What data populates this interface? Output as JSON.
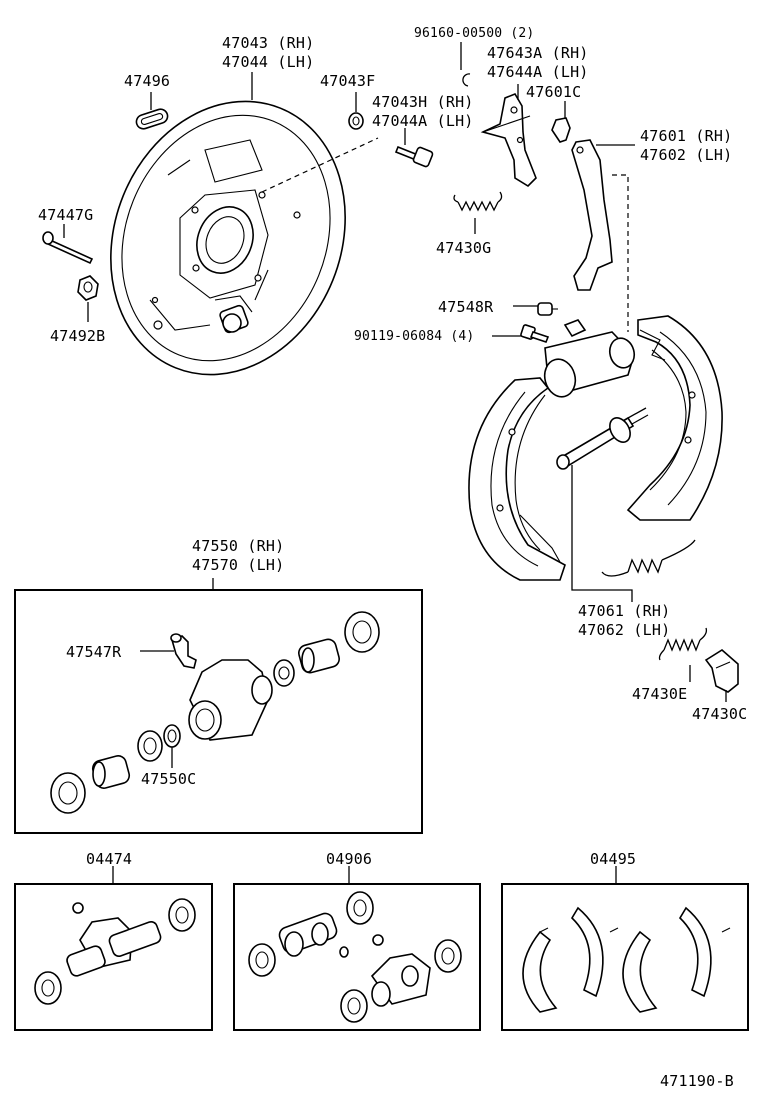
{
  "labels": {
    "backing_plate_rh": "47043 (RH)",
    "backing_plate_lh": "47044 (LH)",
    "plug": "47496",
    "nut_f": "47043F",
    "bolt_rh": "47043H (RH)",
    "bolt_lh": "47044A (LH)",
    "stud": "47447G",
    "nut_b": "47492B",
    "clip": "96160-00500 (2)",
    "lever_rh": "47643A (RH)",
    "lever_lh": "47644A (LH)",
    "retainer_c": "47601C",
    "strut_rh": "47601 (RH)",
    "strut_lh": "47602 (LH)",
    "spring_g": "47430G",
    "bleeder_r": "47548R",
    "bolt_4": "90119-06084 (4)",
    "cyl_rh": "47550 (RH)",
    "cyl_lh": "47570 (LH)",
    "bleeder_plug": "47547R",
    "cup": "47550C",
    "adjuster_rh": "47061 (RH)",
    "adjuster_lh": "47062 (LH)",
    "spring_e": "47430E",
    "spring_c": "47430C",
    "kit_a": "04474",
    "kit_b": "04906",
    "kit_c": "04495",
    "diagram_id": "471190-B"
  }
}
